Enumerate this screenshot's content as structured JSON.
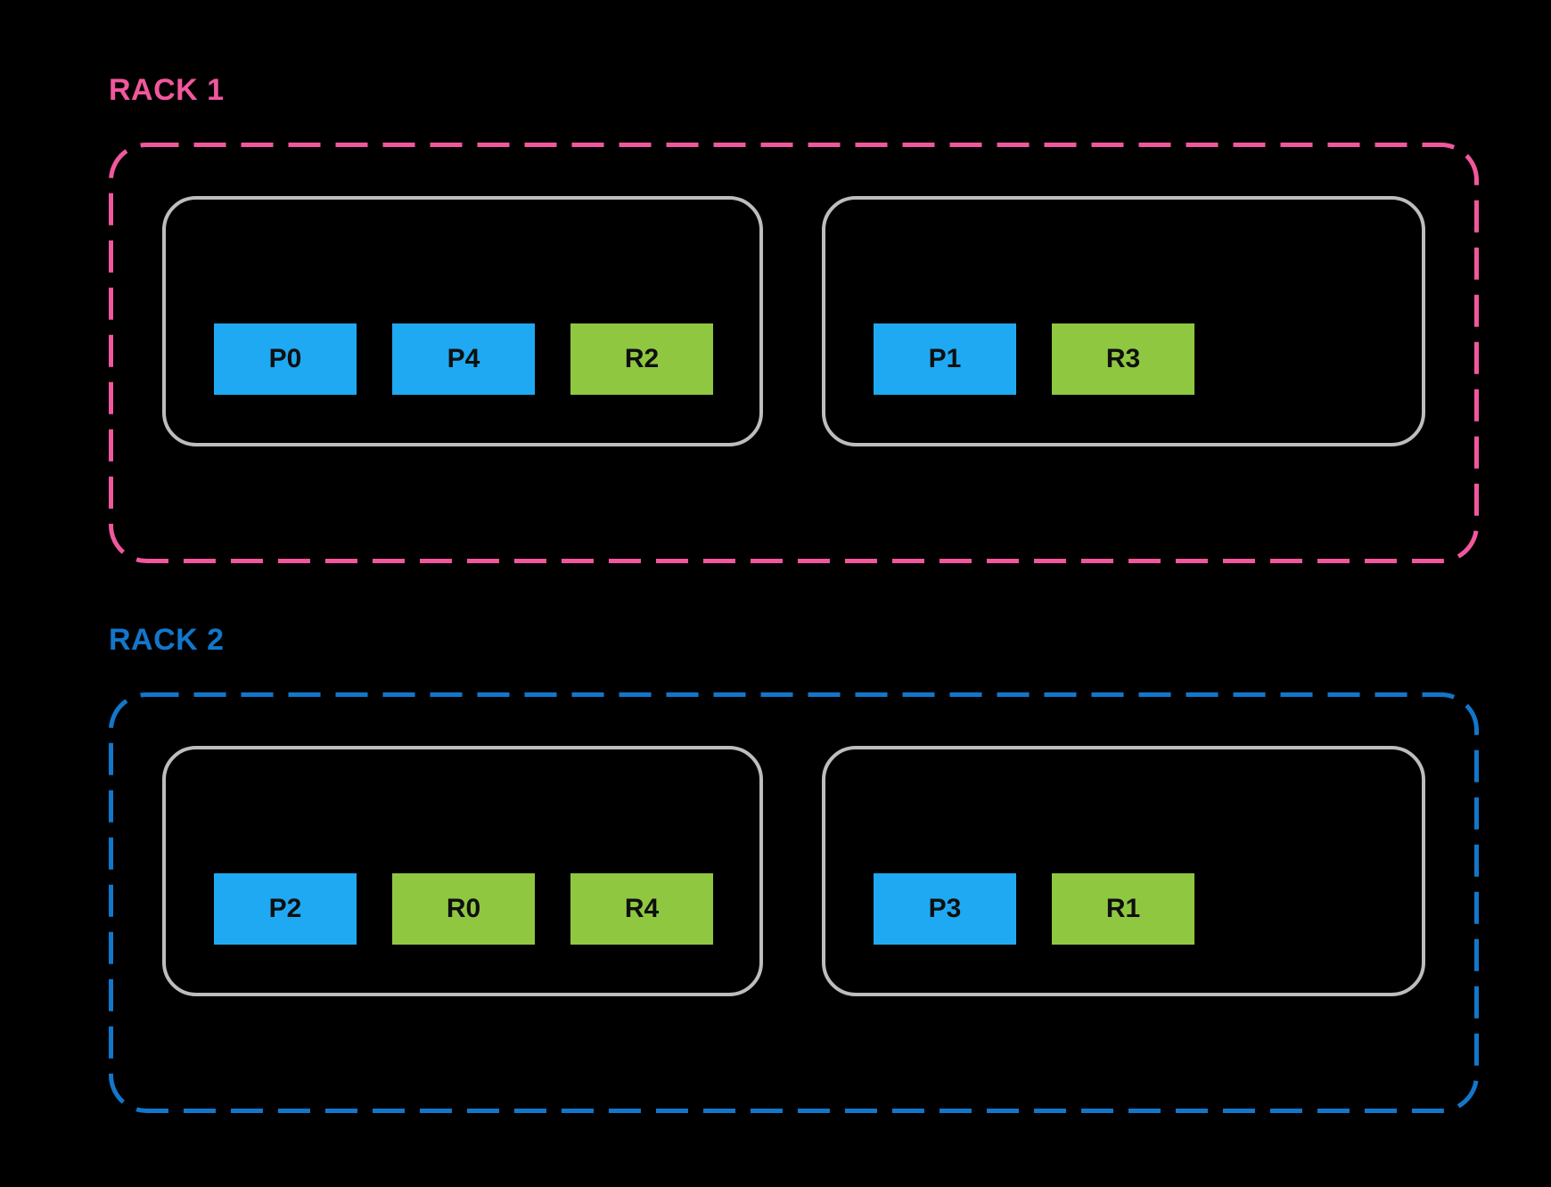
{
  "diagram": {
    "description": "Two-rack replica placement diagram",
    "racks": [
      {
        "id": "rack-1",
        "label": "RACK 1",
        "accent_color": "#F1579D",
        "nodes": [
          {
            "boxes": [
              {
                "label": "P0",
                "kind": "primary",
                "color": "#1FA9F2"
              },
              {
                "label": "P4",
                "kind": "primary",
                "color": "#1FA9F2"
              },
              {
                "label": "R2",
                "kind": "replica",
                "color": "#8FC741"
              }
            ]
          },
          {
            "boxes": [
              {
                "label": "P1",
                "kind": "primary",
                "color": "#1FA9F2"
              },
              {
                "label": "R3",
                "kind": "replica",
                "color": "#8FC741"
              }
            ]
          }
        ]
      },
      {
        "id": "rack-2",
        "label": "RACK 2",
        "accent_color": "#1277CB",
        "nodes": [
          {
            "boxes": [
              {
                "label": "P2",
                "kind": "primary",
                "color": "#1FA9F2"
              },
              {
                "label": "R0",
                "kind": "replica",
                "color": "#8FC741"
              },
              {
                "label": "R4",
                "kind": "replica",
                "color": "#8FC741"
              }
            ]
          },
          {
            "boxes": [
              {
                "label": "P3",
                "kind": "primary",
                "color": "#1FA9F2"
              },
              {
                "label": "R1",
                "kind": "replica",
                "color": "#8FC741"
              }
            ]
          }
        ]
      }
    ],
    "colors": {
      "background": "#000000",
      "rack1_accent": "#F1579D",
      "rack2_accent": "#1277CB",
      "node_border": "#BDBDBD",
      "primary_box": "#1FA9F2",
      "replica_box": "#8FC741",
      "box_text": "#0F0F0F"
    }
  }
}
